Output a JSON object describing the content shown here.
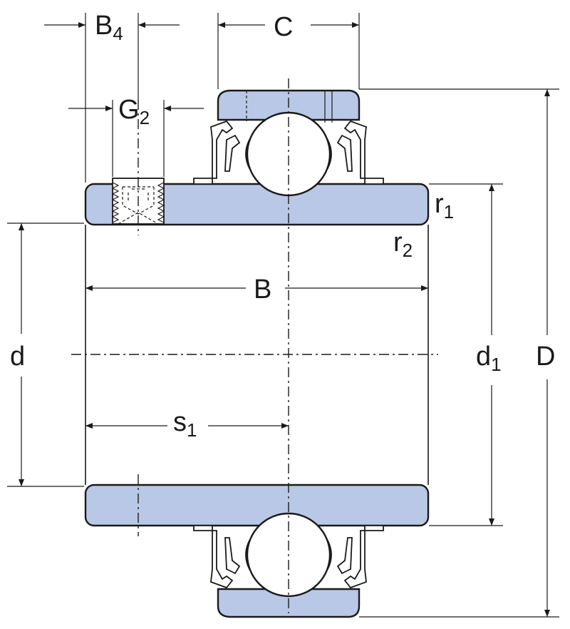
{
  "labels": {
    "B4": {
      "main": "B",
      "sub": "4"
    },
    "C": {
      "main": "C"
    },
    "G2": {
      "main": "G",
      "sub": "2"
    },
    "r1": {
      "main": "r",
      "sub": "1"
    },
    "r2": {
      "main": "r",
      "sub": "2"
    },
    "B": {
      "main": "B"
    },
    "d": {
      "main": "d"
    },
    "d1": {
      "main": "d",
      "sub": "1"
    },
    "D": {
      "main": "D"
    },
    "s1": {
      "main": "s",
      "sub": "1"
    }
  },
  "colors": {
    "part_fill": "#b8c8e6",
    "outline": "#1a1a1a",
    "background": "#ffffff"
  }
}
